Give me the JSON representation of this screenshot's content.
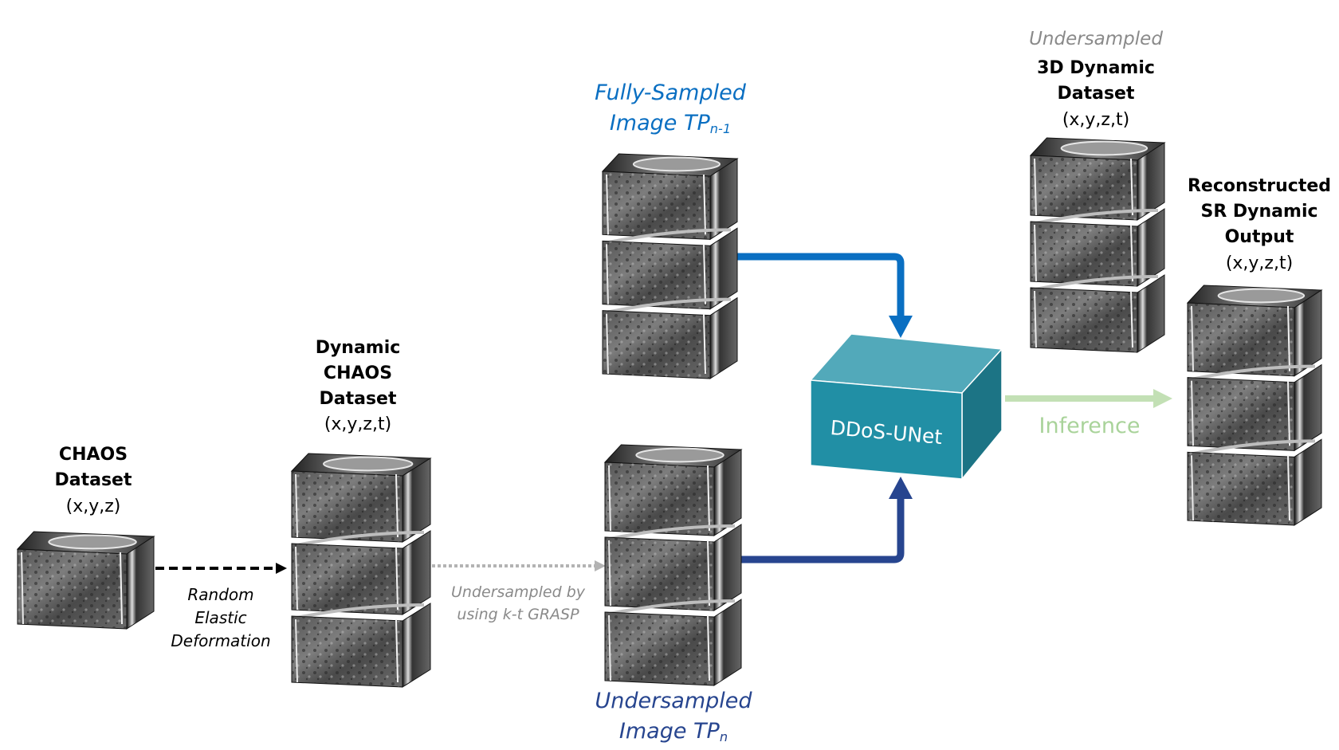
{
  "nodes": {
    "chaos": {
      "title_1": "CHAOS",
      "title_2": "Dataset",
      "dims": "(x,y,z)",
      "volumes": 1
    },
    "dynamic_chaos": {
      "title_1": "Dynamic",
      "title_2": "CHAOS",
      "title_3": "Dataset",
      "dims": "(x,y,z,t)",
      "volumes": 3
    },
    "fully_sampled": {
      "line_1": "Fully-Sampled",
      "line_2": "Image TP",
      "subscript": "n-1",
      "volumes": 3
    },
    "undersampled_tpn": {
      "line_1": "Undersampled",
      "line_2": "Image TP",
      "subscript": "n",
      "volumes": 3
    },
    "model": {
      "label": "DDoS-UNet"
    },
    "undersampled_3d": {
      "prefix": "Undersampled",
      "title_1": "3D Dynamic",
      "title_2": "Dataset",
      "dims": "(x,y,z,t)",
      "volumes": 3
    },
    "reconstructed": {
      "title_1": "Reconstructed",
      "title_2": "SR Dynamic",
      "title_3": "Output",
      "dims": "(x,y,z,t)",
      "volumes": 3
    }
  },
  "edges": {
    "elastic": {
      "line_1": "Random",
      "line_2": "Elastic",
      "line_3": "Deformation",
      "style": "dashed",
      "color": "#000000"
    },
    "grasp": {
      "line_1": "Undersampled by",
      "line_2": "using k-t GRASP",
      "style": "dotted",
      "color": "#b3b3b3"
    },
    "prior_input": {
      "style": "solid",
      "color": "#0a6fc2"
    },
    "current_input": {
      "style": "solid",
      "color": "#27458f"
    },
    "inference": {
      "label": "Inference",
      "style": "solid",
      "color": "#c3e0b5"
    }
  },
  "colors": {
    "box_front": "#218fa5",
    "box_top": "#52a9ba",
    "box_side": "#1c7485"
  }
}
